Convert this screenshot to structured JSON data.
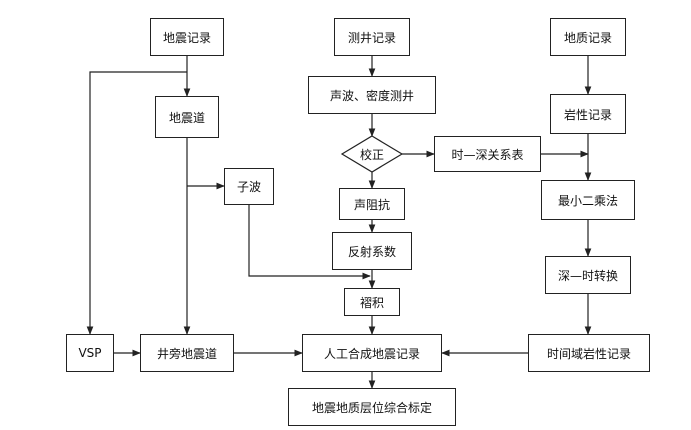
{
  "nodes": {
    "seismic_record": "地震记录",
    "well_log_record": "测井记录",
    "geology_record": "地质记录",
    "seismic_trace": "地震道",
    "sonic_density_log": "声波、密度测井",
    "lithology_record": "岩性记录",
    "correction": "校正",
    "time_depth_table": "时—深关系表",
    "wavelet": "子波",
    "acoustic_impedance": "声阻抗",
    "least_squares": "最小二乘法",
    "reflection_coefficient": "反射系数",
    "depth_time_conversion": "深—时转换",
    "convolution": "褶积",
    "vsp": "VSP",
    "borehole_seismic_trace": "井旁地震道",
    "synthetic_seismogram": "人工合成地震记录",
    "time_domain_lithology": "时间域岩性记录",
    "calibration": "地震地质层位综合标定"
  }
}
